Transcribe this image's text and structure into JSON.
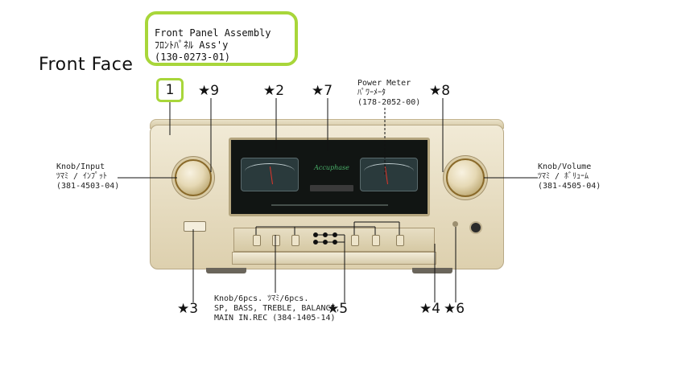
{
  "assembly": {
    "line1": "Front Panel Assembly",
    "line2": "ﾌﾛﾝﾄﾊﾟﾈﾙ Ass'y",
    "line3": "(130-0273-01)"
  },
  "heading": "Front Face",
  "badge": "1",
  "stars": {
    "s2": "★2",
    "s3": "★3",
    "s4": "★4",
    "s5": "★5",
    "s6": "★6",
    "s7": "★7",
    "s8": "★8",
    "s9": "★9"
  },
  "labels": {
    "power_meter": [
      "Power Meter",
      "ﾊﾟﾜｰﾒｰﾀ",
      "(178-2052-00)"
    ],
    "knob_input": [
      "Knob/Input",
      "ﾂﾏﾐ / ｲﾝﾌﾟｯﾄ",
      "(381-4503-04)"
    ],
    "knob_volume": [
      "Knob/Volume",
      "ﾂﾏﾐ / ﾎﾞﾘｭｰﾑ",
      "(381-4505-04)"
    ],
    "knob_6pcs": [
      "Knob/6pcs. ﾂﾏﾐ/6pcs.",
      "SP, BASS, TREBLE, BALANCE,",
      "MAIN IN.REC (384-1405-14)"
    ]
  },
  "device": {
    "brand": "Accuphase"
  }
}
